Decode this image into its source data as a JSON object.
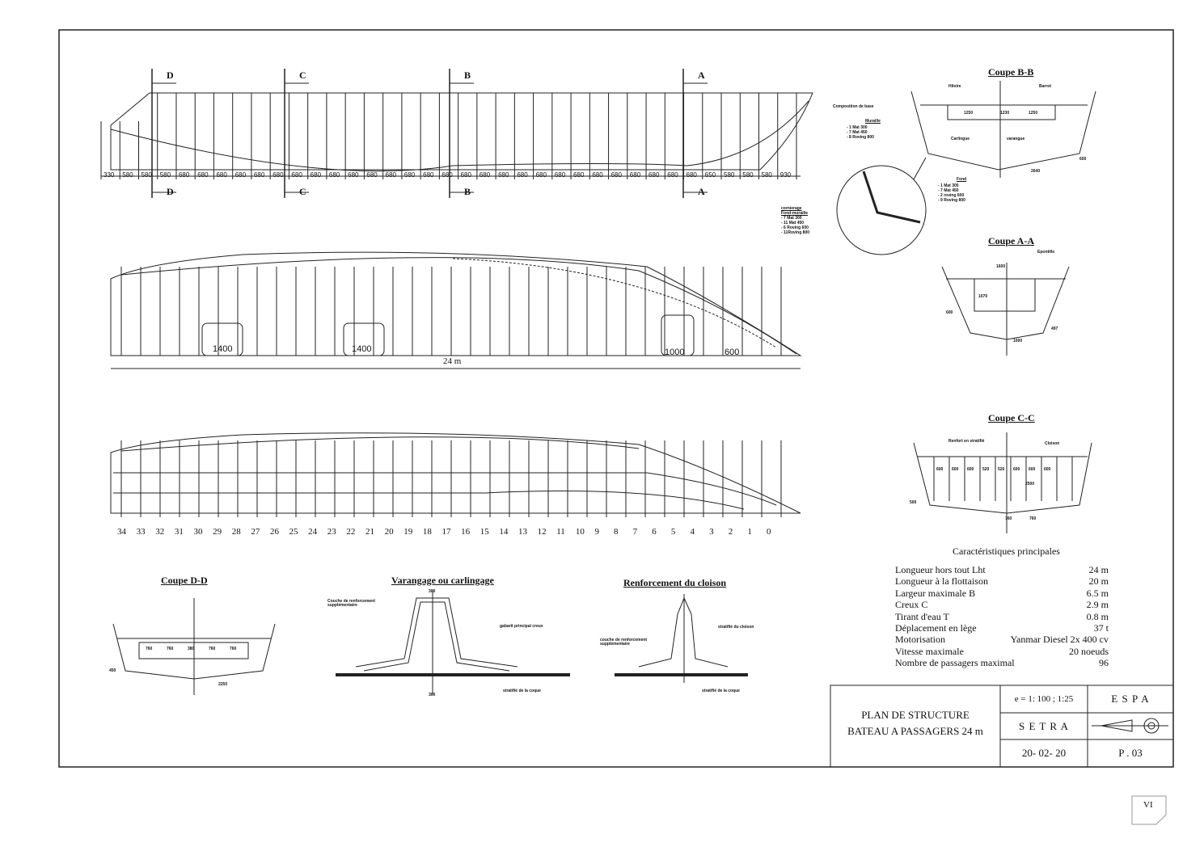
{
  "section_marks": [
    "D",
    "C",
    "B",
    "A"
  ],
  "frame_spacings": [
    "330",
    "580",
    "580",
    "580",
    "680",
    "680",
    "680",
    "680",
    "680",
    "680",
    "680",
    "680",
    "680",
    "680",
    "680",
    "680",
    "680",
    "680",
    "680",
    "680",
    "680",
    "680",
    "680",
    "680",
    "680",
    "680",
    "680",
    "680",
    "680",
    "680",
    "680",
    "680",
    "650",
    "580",
    "580",
    "580",
    "930"
  ],
  "profile": {
    "openings": [
      "1400",
      "1400",
      "1000",
      "600"
    ],
    "overall_length": "24 m"
  },
  "stations": [
    "34",
    "33",
    "32",
    "31",
    "30",
    "29",
    "28",
    "27",
    "26",
    "25",
    "24",
    "23",
    "22",
    "21",
    "20",
    "19",
    "18",
    "17",
    "16",
    "15",
    "14",
    "13",
    "12",
    "11",
    "10",
    "9",
    "8",
    "7",
    "6",
    "5",
    "4",
    "3",
    "2",
    "1",
    "0"
  ],
  "coupe_bb": {
    "title": "Coupe B-B",
    "hiloire": "Hiloire",
    "barrot": "Barrot",
    "carlingue": "Carlingue",
    "varangue": "varangue",
    "dims": [
      "1250",
      "1230",
      "1250",
      "2640",
      "600"
    ],
    "composition_title": "Composition de base",
    "muraille_title": "Muraille",
    "muraille": [
      "- 1 Mat 300",
      "- 7 Mat 450",
      "- 8 Roving 800"
    ],
    "fond_title": "Fond",
    "fond": [
      "- 1 Mat 300",
      "- 7 Mat 450",
      "- 2 roving 600",
      "- 9 Roving 800"
    ],
    "bordage_title": "cornierage",
    "bordage_sub": "Fond-muraille",
    "bordage": [
      "- 7 Mat 300",
      "- 11 Mat 450",
      "- 6 Roving 600",
      "- 11Roving 800"
    ]
  },
  "coupe_aa": {
    "title": "Coupe A-A",
    "epontille": "Epontille",
    "dims": [
      "1600",
      "1070",
      "600",
      "1000",
      "497"
    ]
  },
  "coupe_cc": {
    "title": "Coupe C-C",
    "renfort": "Renfort en stratifié",
    "cloison": "Cloison",
    "dims": [
      "600",
      "600",
      "600",
      "520",
      "520",
      "600",
      "600",
      "600",
      "2500",
      "500",
      "760",
      "760"
    ]
  },
  "coupe_dd": {
    "title": "Coupe D-D",
    "dims": [
      "760",
      "760",
      "380",
      "760",
      "760",
      "2250",
      "450"
    ]
  },
  "varangage": {
    "title": "Varangage ou carlingage",
    "couche": "Couche de renforcement supplémentaire",
    "gabarit": "gabarit principal creux",
    "stratifie": "stratifié de la coque",
    "dims": [
      "300",
      "300"
    ]
  },
  "renforcement": {
    "title": "Renforcement du cloison",
    "couche": "couche de renforcement supplémentaire",
    "cloison": "stratifié du cloison",
    "stratifie": "stratifié de la coque"
  },
  "characteristics": {
    "title": "Caractéristiques principales",
    "rows": [
      {
        "label": "Longueur hors tout Lht",
        "value": "24 m"
      },
      {
        "label": "Longueur à la flottaison",
        "value": "20 m"
      },
      {
        "label": "Largeur maximale B",
        "value": "6.5 m"
      },
      {
        "label": "Creux C",
        "value": "2.9 m"
      },
      {
        "label": "Tirant d'eau T",
        "value": "0.8 m"
      },
      {
        "label": "Déplacement en lège",
        "value": "37 t"
      },
      {
        "label": "Motorisation",
        "value": "Yanmar Diesel 2x 400 cv"
      },
      {
        "label": "Vitesse maximale",
        "value": "20 noeuds"
      },
      {
        "label": "Nombre de passagers maximal",
        "value": "96"
      }
    ]
  },
  "title_block": {
    "title_line1": "PLAN DE STRUCTURE",
    "title_line2": "BATEAU A PASSAGERS 24 m",
    "scale": "e = 1: 100 ; 1:25",
    "org1": "E S P A",
    "org2": "S E T R A",
    "date": "20- 02- 20",
    "page": "P . 03"
  },
  "page_number": "VI"
}
